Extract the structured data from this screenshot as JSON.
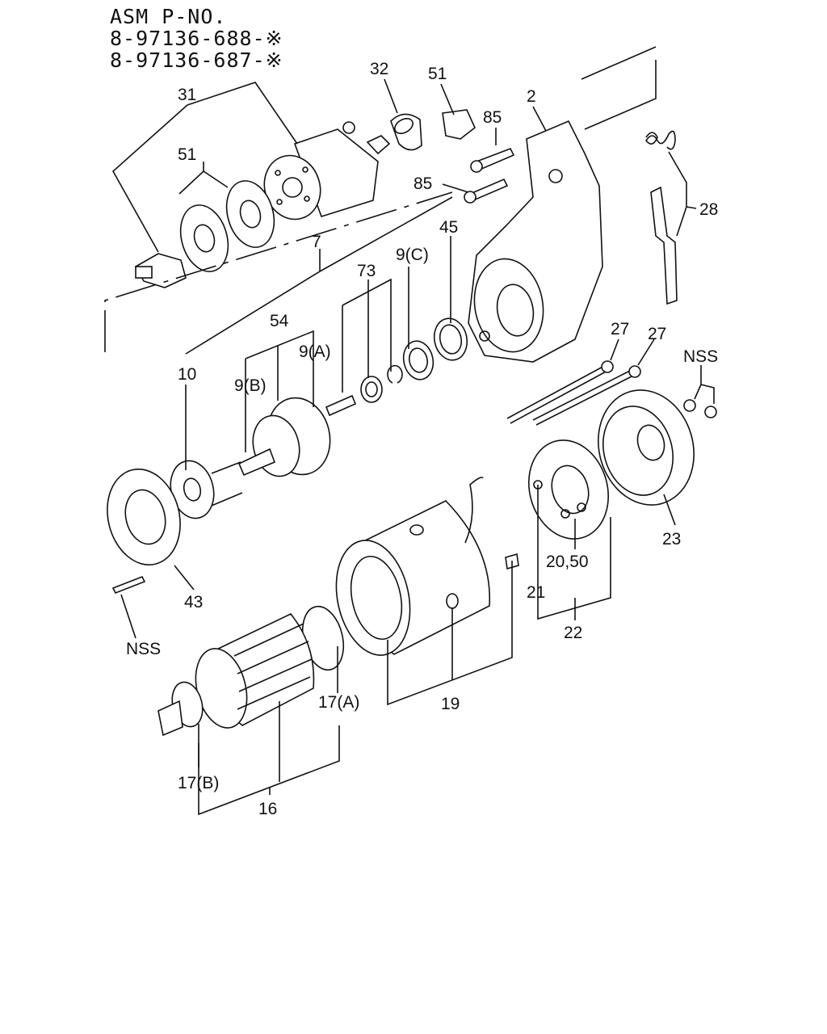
{
  "header": {
    "line1": "ASM P-NO.",
    "line2": "8-97136-688-※",
    "line3": "8-97136-687-※"
  },
  "callouts": {
    "c2": "2",
    "c7": "7",
    "c9a": "9(A)",
    "c9b": "9(B)",
    "c9c": "9(C)",
    "c10": "10",
    "c16": "16",
    "c17a": "17(A)",
    "c17b": "17(B)",
    "c19": "19",
    "c2050": "20,50",
    "c21": "21",
    "c22": "22",
    "c23": "23",
    "c27a": "27",
    "c27b": "27",
    "c28": "28",
    "c31": "31",
    "c32": "32",
    "c43": "43",
    "c45": "45",
    "c51a": "51",
    "c51b": "51",
    "c54": "54",
    "c73": "73",
    "c85a": "85",
    "c85b": "85",
    "nss1": "NSS",
    "nss2": "NSS"
  }
}
